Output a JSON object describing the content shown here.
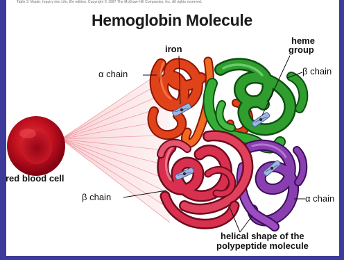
{
  "credit": "Table 3: Mader, Inquiry into Life, 8/e edition. Copyright © 1997 The McGraw-Hill Companies, Inc. All rights reserved.",
  "title": "Hemoglobin Molecule",
  "labels": {
    "iron": "iron",
    "heme_line1": "heme",
    "heme_line2": "group",
    "alpha_chain_top": "α chain",
    "beta_chain_top": "β chain",
    "red_blood_cell": "red blood cell",
    "beta_chain_bottom": "β chain",
    "alpha_chain_bottom": "α chain",
    "helical_line1": "helical shape of the",
    "helical_line2": "polypeptide molecule"
  },
  "colors": {
    "frame": "#3e3a9c",
    "alpha_chain": "#e0421a",
    "beta_chain_top": "#2f9e2f",
    "beta_chain_bottom": "#d8304e",
    "alpha_chain_bottom": "#8a3fb0",
    "heme_helix": "#6a8fd0",
    "red_blood_cell": "#c0101e"
  }
}
